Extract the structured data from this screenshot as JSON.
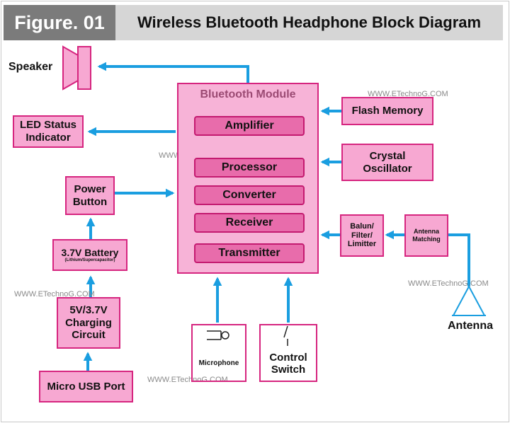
{
  "header": {
    "figure_label": "Figure. 01",
    "title": "Wireless  Bluetooth Headphone Block Diagram"
  },
  "bluetooth_module": {
    "title": "Bluetooth Module",
    "blocks": [
      "Amplifier",
      "Processor",
      "Converter",
      "Receiver",
      "Transmitter"
    ]
  },
  "components": {
    "speaker": "Speaker",
    "led_line1": "LED Status",
    "led_line2": "Indicator",
    "power_line1": "Power",
    "power_line2": "Button",
    "battery": "3.7V Battery",
    "battery_note": "(Lithium/Supercapacitor)",
    "charging_line1": "5V/3.7V",
    "charging_line2": "Charging",
    "charging_line3": "Circuit",
    "usb": "Micro USB Port",
    "flash": "Flash Memory",
    "crystal_line1": "Crystal",
    "crystal_line2": "Oscillator",
    "balun_line1": "Balun/",
    "balun_line2": "Filter/",
    "balun_line3": "Limitter",
    "matching_line1": "Antenna",
    "matching_line2": "Matching",
    "antenna": "Antenna",
    "microphone": "Microphone",
    "control_line1": "Control",
    "control_line2": "Switch"
  },
  "watermarks": [
    "WWW.ETechnoG.COM",
    "WWW.ETechnoG.COM",
    "WWW.ETechnoG.COM",
    "WWW.ETechnoG.COM",
    "WWW.ETechnoG.COM"
  ],
  "colors": {
    "box_fill": "#f7a8d2",
    "box_border": "#d6257f",
    "sub_block_fill": "#e86cab",
    "arrow": "#1a9ee0",
    "header_dark": "#7b7b7b",
    "header_light": "#d6d6d6"
  }
}
